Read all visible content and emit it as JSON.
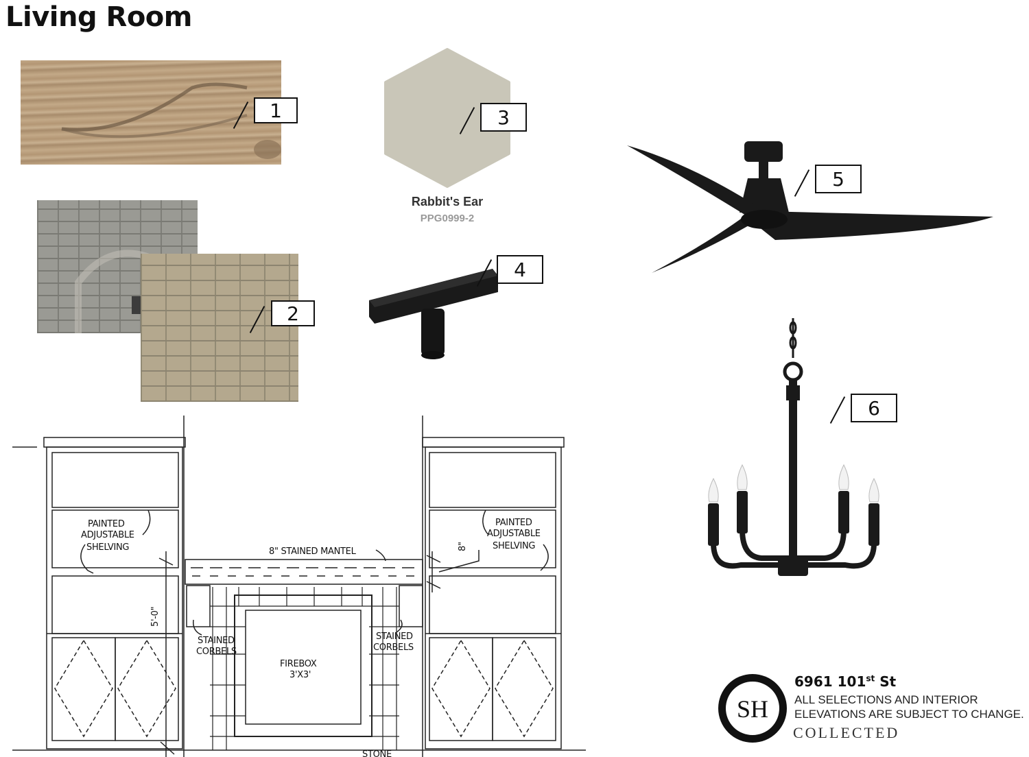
{
  "page": {
    "title": "Living Room"
  },
  "callouts": [
    "1",
    "2",
    "3",
    "4",
    "5",
    "6"
  ],
  "paint": {
    "name": "Rabbit's Ear",
    "code": "PPG0999-2",
    "swatch_color": "#c9c6b8"
  },
  "elevation": {
    "labels": {
      "shelving_left_1": "PAINTED",
      "shelving_left_2": "ADJUSTABLE",
      "shelving_left_3": "SHELVING",
      "shelving_right_1": "PAINTED",
      "shelving_right_2": "ADJUSTABLE",
      "shelving_right_3": "SHELVING",
      "mantel": "8\" STAINED MANTEL",
      "dim_height": "5'-0\"",
      "dim_mantel": "8\"",
      "corbels_left_1": "STAINED",
      "corbels_left_2": "CORBELS",
      "corbels_right_1": "STAINED",
      "corbels_right_2": "CORBELS",
      "firebox_1": "FIREBOX",
      "firebox_2": "3'X3'",
      "stone": "STONE"
    }
  },
  "footer": {
    "address_main": "6961 101",
    "address_sup": "st",
    "address_tail": " St",
    "disclaimer_1": "ALL SELECTIONS AND INTERIOR",
    "disclaimer_2": "ELEVATIONS ARE SUBJECT TO CHANGE.",
    "brand": "COLLECTED",
    "logo_text": "SH"
  },
  "colors": {
    "wood": "#b89c7c",
    "stone_dark": "#8a8a86",
    "stone_warm": "#b8a68a",
    "fixture": "#1a1a1a"
  }
}
